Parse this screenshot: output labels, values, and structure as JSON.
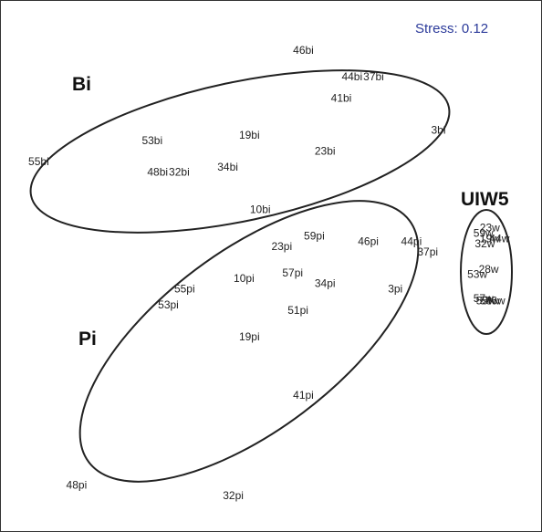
{
  "chart_data": {
    "type": "scatter",
    "title": "",
    "annotation": "Stress: 0.12",
    "annotation_color": "#2b3a9a",
    "grid": false,
    "legend": "none",
    "groups": [
      {
        "name": "Bi",
        "points": [
          {
            "label": "46bi",
            "x": 0.56,
            "y": 0.9
          },
          {
            "label": "44bi",
            "x": 0.65,
            "y": 0.85
          },
          {
            "label": "37bi",
            "x": 0.69,
            "y": 0.85
          },
          {
            "label": "41bi",
            "x": 0.63,
            "y": 0.81
          },
          {
            "label": "3bi",
            "x": 0.81,
            "y": 0.75
          },
          {
            "label": "53bi",
            "x": 0.28,
            "y": 0.73
          },
          {
            "label": "19bi",
            "x": 0.46,
            "y": 0.74
          },
          {
            "label": "23bi",
            "x": 0.6,
            "y": 0.71
          },
          {
            "label": "55bi",
            "x": 0.07,
            "y": 0.69
          },
          {
            "label": "48bi",
            "x": 0.29,
            "y": 0.67
          },
          {
            "label": "32bi",
            "x": 0.33,
            "y": 0.67
          },
          {
            "label": "34bi",
            "x": 0.42,
            "y": 0.68
          },
          {
            "label": "10bi",
            "x": 0.48,
            "y": 0.6
          }
        ]
      },
      {
        "name": "Pi",
        "points": [
          {
            "label": "59pi",
            "x": 0.58,
            "y": 0.55
          },
          {
            "label": "23pi",
            "x": 0.52,
            "y": 0.53
          },
          {
            "label": "46pi",
            "x": 0.68,
            "y": 0.54
          },
          {
            "label": "44pi",
            "x": 0.76,
            "y": 0.54
          },
          {
            "label": "37pi",
            "x": 0.79,
            "y": 0.52
          },
          {
            "label": "10pi",
            "x": 0.45,
            "y": 0.47
          },
          {
            "label": "57pi",
            "x": 0.54,
            "y": 0.48
          },
          {
            "label": "34pi",
            "x": 0.6,
            "y": 0.46
          },
          {
            "label": "3pi",
            "x": 0.73,
            "y": 0.45
          },
          {
            "label": "55pi",
            "x": 0.34,
            "y": 0.45
          },
          {
            "label": "53pi",
            "x": 0.31,
            "y": 0.42
          },
          {
            "label": "51pi",
            "x": 0.55,
            "y": 0.41
          },
          {
            "label": "19pi",
            "x": 0.46,
            "y": 0.36
          },
          {
            "label": "41pi",
            "x": 0.56,
            "y": 0.25
          },
          {
            "label": "48pi",
            "x": 0.14,
            "y": 0.08
          },
          {
            "label": "32pi",
            "x": 0.43,
            "y": 0.06
          }
        ]
      },
      {
        "name": "UIW5",
        "points": [
          {
            "label": "23w",
            "x": 0.905,
            "y": 0.565
          },
          {
            "label": "59w",
            "x": 0.893,
            "y": 0.555
          },
          {
            "label": "19w",
            "x": 0.905,
            "y": 0.545
          },
          {
            "label": "44w",
            "x": 0.923,
            "y": 0.545
          },
          {
            "label": "32w",
            "x": 0.896,
            "y": 0.535
          },
          {
            "label": "28w",
            "x": 0.903,
            "y": 0.487
          },
          {
            "label": "53w",
            "x": 0.882,
            "y": 0.478
          },
          {
            "label": "57w",
            "x": 0.893,
            "y": 0.432
          },
          {
            "label": "55w",
            "x": 0.898,
            "y": 0.428
          },
          {
            "label": "58w",
            "x": 0.905,
            "y": 0.428
          },
          {
            "label": "46w",
            "x": 0.915,
            "y": 0.428
          }
        ]
      }
    ]
  }
}
